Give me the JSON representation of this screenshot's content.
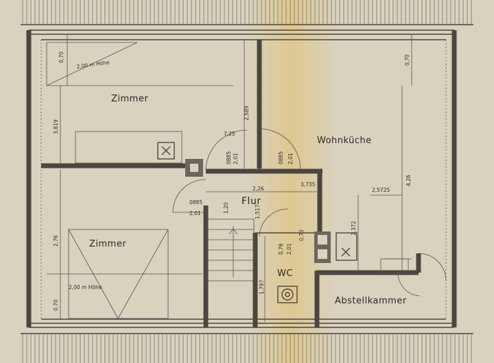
{
  "rooms": {
    "zimmer_top": "Zimmer",
    "zimmer_bottom": "Zimmer",
    "wohnkueche": "Wohnküche",
    "flur": "Flur",
    "wc": "WC",
    "abstellkammer": "Abstellkammer"
  },
  "dimensions": {
    "d_070_top_left": "0,70",
    "d_200_hoehe_top": "2,00 m Höhe",
    "d_070_top_right": "0,70",
    "d_3819": "3,819",
    "d_2589": "2,589",
    "d_0885_a": "0885",
    "d_201_a": "2,01",
    "d_0885_b": "0885",
    "d_201_b": "2,01",
    "d_226": "2,26",
    "d_0885_c": "0885",
    "d_201_c": "2,01",
    "d_120": "1,20",
    "d_1517": "1,517",
    "d_426": "4,26",
    "d_25725": "2,5725",
    "d_2372": "2,372",
    "d_276": "2,76",
    "d_200_hoehe_bottom": "2,00 m Höhe",
    "d_070_bottom_left": "0,70",
    "d_1797": "1,797",
    "d_076": "0,76",
    "d_201_d": "2,01",
    "d_073": "0,73",
    "d_725": "7,25",
    "d_3735": "3,735"
  },
  "colors": {
    "paper": "#d9d2bf",
    "ink": "#4a4640",
    "stain": "#e3c06a"
  }
}
